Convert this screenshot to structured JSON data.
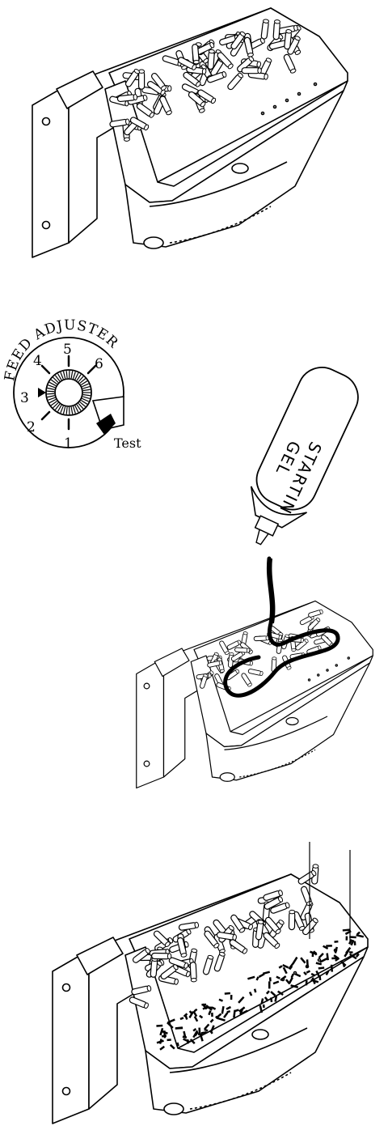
{
  "dial": {
    "title": "FEED ADJUSTER",
    "numbers": [
      "1",
      "2",
      "3",
      "4",
      "5",
      "6"
    ],
    "test_label": "Test"
  },
  "bottle": {
    "label_line1": "STARTIN",
    "label_line2": "GEL"
  },
  "colors": {
    "ink": "#000000",
    "paper": "#ffffff"
  }
}
